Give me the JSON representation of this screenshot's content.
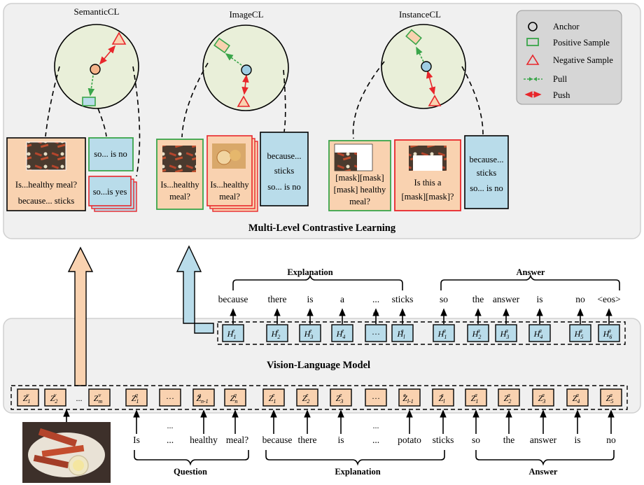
{
  "cl": {
    "semantic": "SemanticCL",
    "image": "ImageCL",
    "instance": "InstanceCL"
  },
  "legend": {
    "anchor": "Anchor",
    "positive": "Positive Sample",
    "negative": "Negative Sample",
    "pull": "Pull",
    "push": "Push"
  },
  "cards": {
    "sem_main_q": "Is...healthy meal?",
    "sem_main_e": "because... sticks",
    "sem_no": "so... is no",
    "sem_yes": "so...is yes",
    "img_pos_1": "Is...healthy",
    "img_pos_2": "meal?",
    "img_neg_1": "Is...healthy",
    "img_neg_2": "meal?",
    "img_blue_1": "because...",
    "img_blue_2": "sticks",
    "img_blue_3": "so... is no",
    "ins_pos_1": "[mask][mask]",
    "ins_pos_2": "[mask] healthy",
    "ins_pos_3": "meal?",
    "ins_neg_1": "Is this a",
    "ins_neg_2": "[mask][mask]?",
    "ins_blue_1": "because...",
    "ins_blue_2": "sticks",
    "ins_blue_3": "so... is no"
  },
  "mlcl_title": "Multi-Level Contrastive Learning",
  "vlm_title": "Vision-Language Model",
  "top_groups": {
    "explanation": "Explanation",
    "answer": "Answer"
  },
  "top_words": [
    "because",
    "there",
    "is",
    "a",
    "...",
    "sticks",
    "so",
    "the",
    "answer",
    "is",
    "no",
    "<eos>"
  ],
  "top_dots": "...",
  "bottom_words": [
    "Is",
    "...",
    "healthy",
    "meal?",
    "because",
    "there",
    "is",
    "...",
    "potato",
    "sticks",
    "so",
    "the",
    "answer",
    "is",
    "no"
  ],
  "bottom_dots_q": "...",
  "bottom_dots_e": "...",
  "bottom_groups": {
    "question": "Question",
    "explanation": "Explanation",
    "answer": "Answer"
  },
  "h_tokens": [
    {
      "b": "H",
      "sub": "1",
      "sup": "e"
    },
    {
      "b": "H",
      "sub": "2",
      "sup": "e"
    },
    {
      "b": "H",
      "sub": "3",
      "sup": "e"
    },
    {
      "b": "H",
      "sub": "4",
      "sup": "e"
    },
    {
      "b": "···",
      "sub": "",
      "sup": ""
    },
    {
      "b": "H",
      "sub": "l",
      "sup": "e"
    },
    {
      "b": "H",
      "sub": "1",
      "sup": "a"
    },
    {
      "b": "H",
      "sub": "2",
      "sup": "a"
    },
    {
      "b": "H",
      "sub": "3",
      "sup": "a"
    },
    {
      "b": "H",
      "sub": "4",
      "sup": "a"
    },
    {
      "b": "H",
      "sub": "5",
      "sup": "a"
    },
    {
      "b": "H",
      "sub": "6",
      "sup": "a"
    }
  ],
  "z_tokens": [
    {
      "b": "Z",
      "sub": "1",
      "sup": "v"
    },
    {
      "b": "Z",
      "sub": "2",
      "sup": "v"
    },
    {
      "b": "...",
      "sub": "",
      "sup": ""
    },
    {
      "b": "Z",
      "sub": "m",
      "sup": "v"
    },
    {
      "b": "Z",
      "sub": "1",
      "sup": "q"
    },
    {
      "b": "···",
      "sub": "",
      "sup": ""
    },
    {
      "b": "Z",
      "sub": "n-1",
      "sup": "q"
    },
    {
      "b": "Z",
      "sub": "n",
      "sup": "q"
    },
    {
      "b": "Z",
      "sub": "1",
      "sup": "e"
    },
    {
      "b": "Z",
      "sub": "2",
      "sup": "e"
    },
    {
      "b": "Z",
      "sub": "3",
      "sup": "e"
    },
    {
      "b": "···",
      "sub": "",
      "sup": ""
    },
    {
      "b": "Z",
      "sub": "l-1",
      "sup": "e"
    },
    {
      "b": "Z",
      "sub": "l",
      "sup": "e"
    },
    {
      "b": "Z",
      "sub": "1",
      "sup": "a"
    },
    {
      "b": "Z",
      "sub": "2",
      "sup": "a"
    },
    {
      "b": "Z",
      "sub": "3",
      "sup": "a"
    },
    {
      "b": "Z",
      "sub": "4",
      "sup": "a"
    },
    {
      "b": "Z",
      "sub": "5",
      "sup": "a"
    }
  ],
  "colors": {
    "panel": "#f0f0f0",
    "circle": "#e9efd9",
    "orange": "#f9d2b0",
    "blue": "#b9dcea",
    "green": "#3aa54a",
    "red": "#e8262b",
    "anchor_orange": "#f4b48a",
    "anchor_blue": "#9fcde3"
  }
}
